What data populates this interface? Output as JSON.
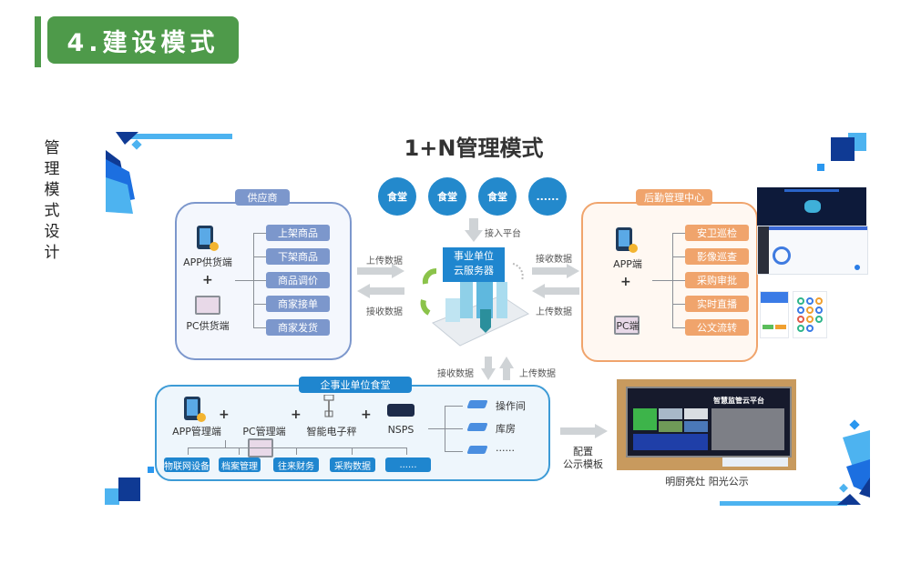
{
  "header": {
    "title": "4.建设模式"
  },
  "side_title": [
    "管",
    "理",
    "模",
    "式",
    "设",
    "计"
  ],
  "diagram": {
    "title": "1+N管理模式",
    "canteens": [
      "食堂",
      "食堂",
      "食堂",
      "......"
    ],
    "access_label": "接入平台",
    "server_label_1": "事业单位",
    "server_label_2": "云服务器",
    "left_arrows": {
      "upload": "上传数据",
      "receive": "接收数据"
    },
    "right_arrows": {
      "receive": "接收数据",
      "upload": "上传数据"
    },
    "bottom_arrows": {
      "receive": "接收数据",
      "upload": "上传数据"
    },
    "supplier": {
      "tab": "供应商",
      "app_label": "APP供货端",
      "plus": "+",
      "pc_label": "PC供货端",
      "items": [
        "上架商品",
        "下架商品",
        "商品调价",
        "商家接单",
        "商家发货"
      ]
    },
    "rear": {
      "tab": "后勤管理中心",
      "app_label": "APP端",
      "plus": "+",
      "pc_label": "PC端",
      "items": [
        "安卫巡检",
        "影像巡查",
        "采购审批",
        "实时直播",
        "公文流转"
      ]
    },
    "canteen_unit": {
      "tab": "企事业单位食堂",
      "devices": [
        "APP管理端",
        "PC管理端",
        "智能电子秤",
        "NSPS"
      ],
      "plus": "+",
      "modules": [
        "物联网设备",
        "档案管理",
        "往来财务",
        "采购数据",
        "......"
      ],
      "cameras": [
        "操作间",
        "库房",
        "......"
      ]
    },
    "config_label_1": "配置",
    "config_label_2": "公示模板",
    "display_title": "智慧监管云平台",
    "caption": "明厨亮灶  阳光公示"
  },
  "colors": {
    "header_green": "#4e9a4a",
    "supplier_blue": "#7c97cc",
    "rear_orange": "#f0a46c",
    "canteen_blue": "#2389cc",
    "deco_dark": "#0f3a94",
    "deco_light": "#4db3f0"
  }
}
